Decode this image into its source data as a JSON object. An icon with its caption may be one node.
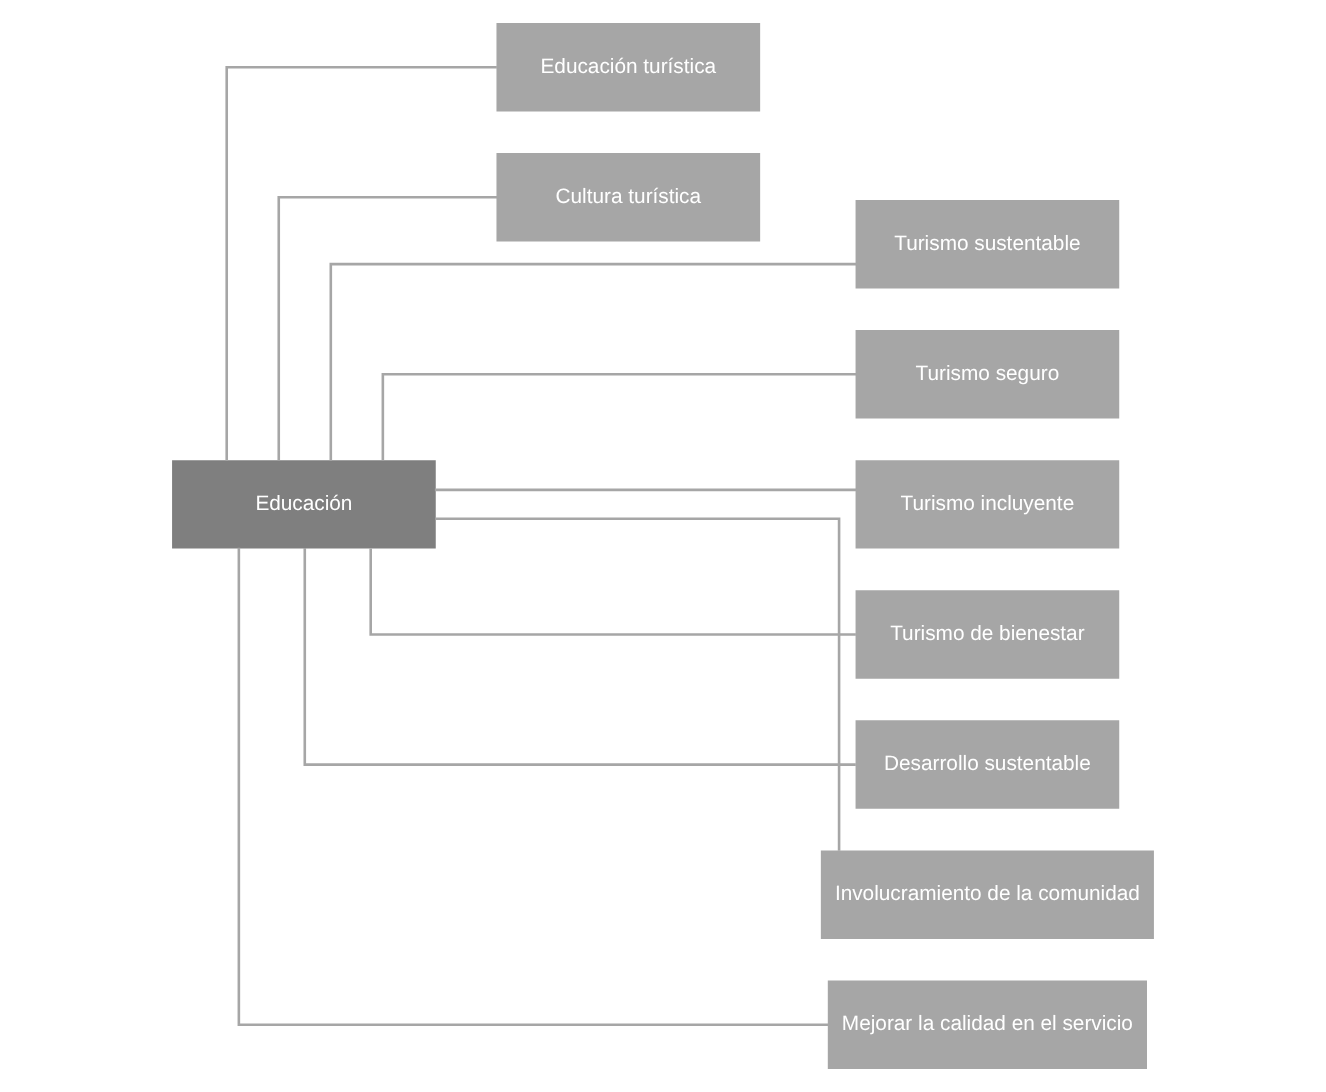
{
  "diagram": {
    "nodes": [
      {
        "text": [
          "Educación"
        ]
      },
      {
        "text": [
          "Educación turística"
        ]
      },
      {
        "text": [
          "Cultura turística"
        ]
      },
      {
        "text": [
          "Turismo sustentable"
        ]
      },
      {
        "text": [
          "Turismo seguro"
        ]
      },
      {
        "text": [
          "Turismo incluyente"
        ]
      },
      {
        "text": [
          "Turismo de bienestar"
        ]
      },
      {
        "text": [
          "Desarrollo sustentable"
        ]
      },
      {
        "text": [
          "Involucramiento de la comunidad"
        ]
      },
      {
        "text": [
          "Mejorar la calidad en el servicio"
        ]
      }
    ],
    "edges": [
      {
        "from": 0,
        "to": 1,
        "arrow": "none"
      },
      {
        "from": 0,
        "to": 2,
        "arrow": "none"
      },
      {
        "from": 0,
        "to": 3,
        "arrow": "none"
      },
      {
        "from": 0,
        "to": 4,
        "arrow": "none"
      },
      {
        "from": 0,
        "to": 5,
        "arrow": "none"
      },
      {
        "from": 0,
        "to": 6,
        "arrow": "none"
      },
      {
        "from": 0,
        "to": 7,
        "arrow": "none"
      },
      {
        "from": 0,
        "to": 8,
        "arrow": "none"
      },
      {
        "from": 0,
        "to": 9,
        "arrow": "none"
      }
    ]
  }
}
